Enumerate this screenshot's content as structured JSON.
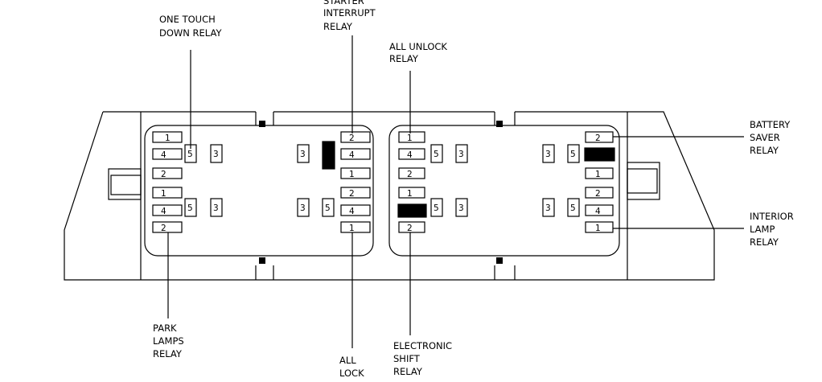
{
  "labels": {
    "one_touch_down_relay": [
      "ONE TOUCH",
      "DOWN  RELAY"
    ],
    "starter_interrupt_relay": [
      "STARTER",
      "INTERRUPT",
      "RELAY"
    ],
    "all_unlock_relay": [
      "ALL  UNLOCK",
      "RELAY"
    ],
    "battery_saver_relay": [
      "BATTERY",
      "SAVER",
      "RELAY"
    ],
    "interior_lamp_relay": [
      "INTERIOR",
      "LAMP",
      "RELAY"
    ],
    "park_lamps_relay": [
      "PARK",
      "LAMPS",
      "RELAY"
    ],
    "all_lock_relay": [
      "ALL",
      "LOCK"
    ],
    "electronic_shift_relay": [
      "ELECTRONIC",
      "SHIFT",
      "RELAY"
    ]
  },
  "sockets": {
    "s1": {
      "left_col": [
        "1",
        "4",
        "2",
        "1",
        "4",
        "2"
      ],
      "inner_top": [
        "5",
        "3"
      ],
      "inner_bottom": [
        "5",
        "3"
      ],
      "right_inner_top": [
        "3"
      ],
      "right_inner_bottom": [
        "3",
        "5"
      ],
      "right_col": [
        "2",
        "4",
        "1",
        "2",
        "4",
        "1"
      ]
    },
    "s2": {
      "left_col": [
        "1",
        "4",
        "2",
        "1",
        "",
        "2"
      ],
      "inner_top": [
        "5",
        "3"
      ],
      "inner_bottom": [
        "5",
        "3"
      ],
      "right_inner_top": [
        "3",
        "5"
      ],
      "right_inner_bottom": [
        "3",
        "5"
      ],
      "right_col": [
        "2",
        "",
        "1",
        "2",
        "4",
        "1"
      ]
    }
  }
}
